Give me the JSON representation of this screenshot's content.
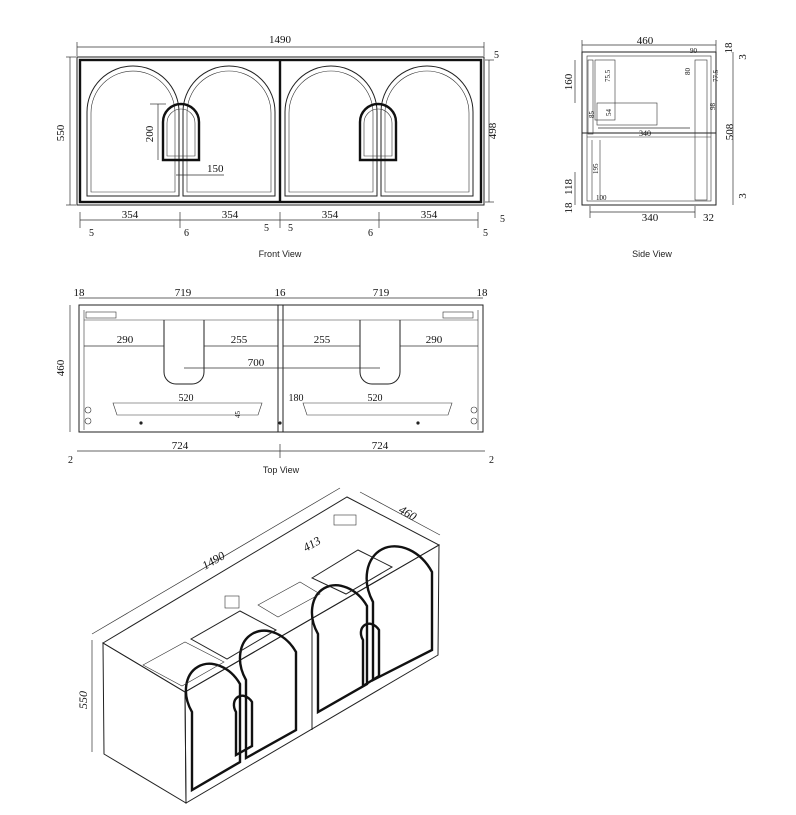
{
  "front_view": {
    "caption": "Front View",
    "dims": {
      "width": "1490",
      "height": "550",
      "inner_height": "498",
      "top_gap": "5",
      "bottom_gap": "5",
      "door_1": "354",
      "door_2": "354",
      "door_3": "354",
      "door_4": "354",
      "left_edge": "5",
      "gap_1": "6",
      "center_1": "5",
      "center_2": "5",
      "gap_2": "6",
      "right_edge": "5",
      "cutout_height": "200",
      "cutout_width": "150"
    }
  },
  "side_view": {
    "caption": "Side View",
    "dims": {
      "depth": "460",
      "top": "18",
      "top_gap": "3",
      "upper": "160",
      "main_height": "508",
      "bottom_gap": "3",
      "lower": "118",
      "base": "18",
      "shelf_depth": "340",
      "shelf_depth_2": "340",
      "back": "32",
      "small_90": "90",
      "small_80": "80",
      "small_75": "75.5",
      "small_77": "77.5",
      "small_54": "54",
      "small_85": "85",
      "small_98": "98",
      "small_195": "195",
      "small_100": "100"
    }
  },
  "top_view": {
    "caption": "Top View",
    "dims": {
      "left_side": "18",
      "bay_1": "719",
      "middle": "16",
      "bay_2": "719",
      "right_side": "18",
      "depth": "460",
      "l_290": "290",
      "l_255": "255",
      "r_255": "255",
      "r_290": "290",
      "span_700": "700",
      "basin_1": "520",
      "basin_2": "520",
      "gap_180": "180",
      "small_45": "45",
      "bottom_1": "724",
      "bottom_2": "724",
      "edge_left": "2",
      "edge_right": "2"
    }
  },
  "iso_view": {
    "dims": {
      "width": "1490",
      "depth": "460",
      "height": "550",
      "inner": "413"
    }
  }
}
